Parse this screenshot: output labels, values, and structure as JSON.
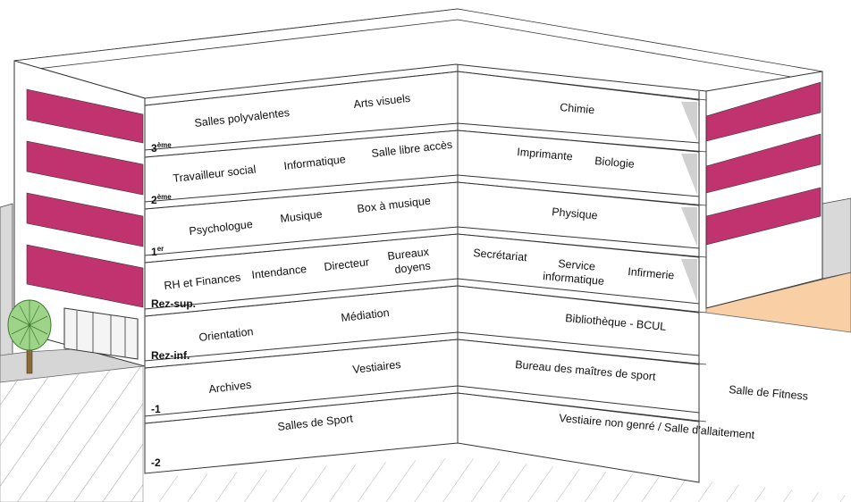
{
  "building": {
    "accent_color": "#c0336f",
    "terrace_color": "#f9cfa5",
    "floors": [
      {
        "key": "floor-3",
        "label": "3",
        "suffix": "ème",
        "rooms": [
          "Salles polyvalentes",
          "Arts visuels",
          "Chimie"
        ]
      },
      {
        "key": "floor-2",
        "label": "2",
        "suffix": "ème",
        "rooms": [
          "Travailleur social",
          "Informatique",
          "Salle libre accès",
          "Imprimante",
          "Biologie"
        ]
      },
      {
        "key": "floor-1",
        "label": "1",
        "suffix": "er",
        "rooms": [
          "Psychologue",
          "Musique",
          "Box à musique",
          "Physique"
        ]
      },
      {
        "key": "floor-rez-sup",
        "label": "Rez-sup.",
        "suffix": "",
        "rooms": [
          "RH et Finances",
          "Intendance",
          "Directeur",
          "Bureaux",
          "doyens",
          "Secrétariat",
          "Service",
          "informatique",
          "Infirmerie"
        ]
      },
      {
        "key": "floor-rez-inf",
        "label": "Rez-inf.",
        "suffix": "",
        "rooms": [
          "Orientation",
          "Médiation",
          "Bibliothèque - BCUL"
        ]
      },
      {
        "key": "floor-minus-1",
        "label": "-1",
        "suffix": "",
        "rooms": [
          "Archives",
          "Vestiaires",
          "Bureau des maîtres de sport",
          "Salle de Fitness"
        ]
      },
      {
        "key": "floor-minus-2",
        "label": "-2",
        "suffix": "",
        "rooms": [
          "Salles de Sport",
          "Vestiaire non genré / Salle d’allaitement"
        ]
      }
    ]
  }
}
